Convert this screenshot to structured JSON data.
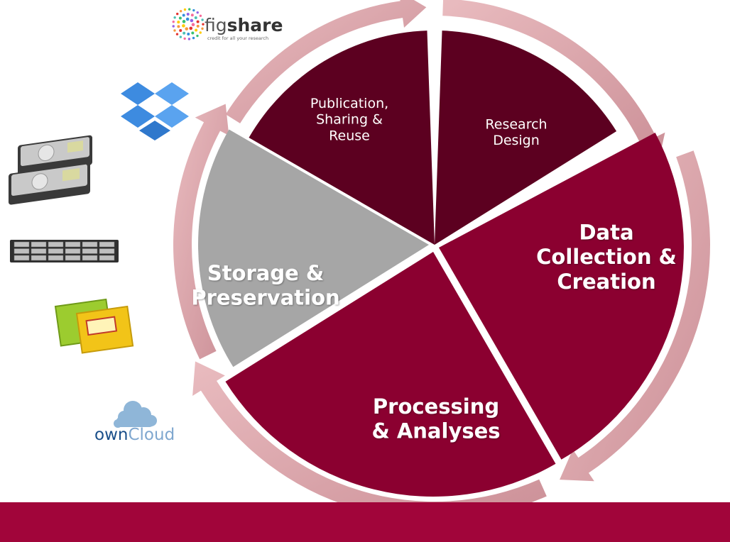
{
  "cycle": {
    "segments": [
      {
        "id": "publication",
        "lines": [
          "Publication,",
          "Sharing &",
          "Reuse"
        ],
        "color": "#5c0020"
      },
      {
        "id": "research-design",
        "lines": [
          "Research",
          "Design"
        ],
        "color": "#5c0020"
      },
      {
        "id": "data-collection",
        "lines": [
          "Data",
          "Collection &",
          "Creation"
        ],
        "color": "#8b0030"
      },
      {
        "id": "processing",
        "lines": [
          "Processing",
          "& Analyses"
        ],
        "color": "#8b0030"
      },
      {
        "id": "storage",
        "lines": [
          "Storage &",
          "Preservation"
        ],
        "color": "#a6a6a6"
      }
    ],
    "arrow_color": "#d9a0a6"
  },
  "logos": {
    "figshare_prefix": "fig",
    "figshare_bold": "share",
    "figshare_tagline": "credit for all your research",
    "owncloud_prefix": "own",
    "owncloud_suffix": "Cloud"
  },
  "colors": {
    "bottom_bar": "#a1053a"
  }
}
